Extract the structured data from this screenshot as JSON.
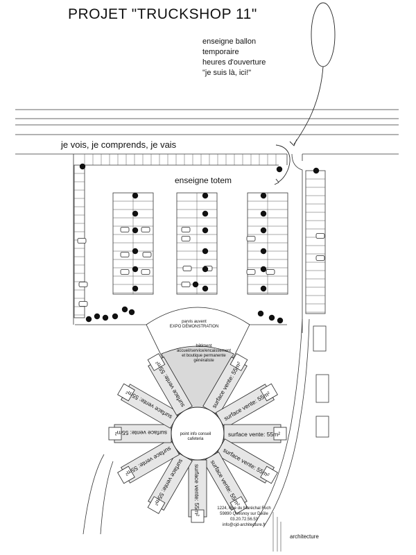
{
  "title": "PROJET \"TRUCKSHOP 11\"",
  "notes": [
    "enseigne ballon",
    "temporaire",
    "heures d'ouverture",
    "\"je suis là, ici!\""
  ],
  "road_label": "je vois, je comprends, je vais",
  "totem_label": "enseigne totem",
  "parvis_lines": [
    "parvis auvent",
    "EXPO DÉMONSTRATION"
  ],
  "batiment_lines": [
    "bâtiment",
    "accueil/service/encaissement",
    "et boutique permanente",
    "généraliste"
  ],
  "center_lines": [
    "point info conseil",
    "cafeteria"
  ],
  "sales_label": "surface vente: 55m²",
  "sales_bay_count": 12,
  "address_lines": [
    "1224, Rue du Maréchal Foch",
    "59890 Quesnoy sur Deûle",
    "03.20.72.56.53",
    "info@cjd-architecture.fr"
  ],
  "studio_label": "architecture"
}
